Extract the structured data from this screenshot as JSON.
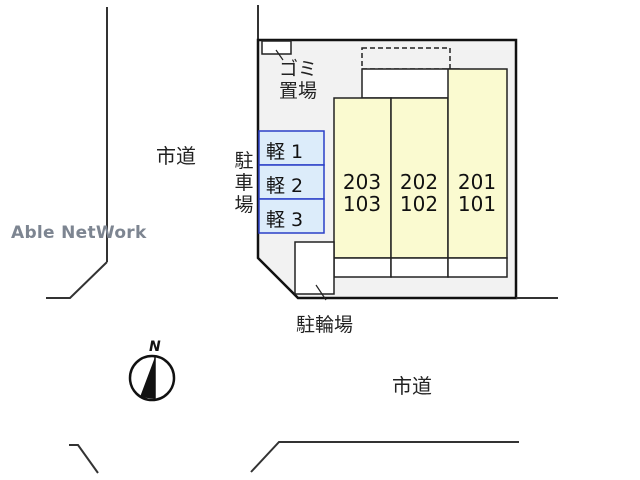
{
  "map": {
    "roads": {
      "west_label": "市道",
      "south_label": "市道"
    },
    "facilities": {
      "garbage": "ゴミ置場",
      "parking": "駐車場",
      "bicycle": "駐輪場"
    },
    "parking_spaces": [
      {
        "label": "軽 1"
      },
      {
        "label": "軽 2"
      },
      {
        "label": "軽 3"
      }
    ],
    "units": [
      {
        "upper": "203",
        "lower": "103"
      },
      {
        "upper": "202",
        "lower": "102"
      },
      {
        "upper": "201",
        "lower": "101"
      }
    ],
    "compass": {
      "label": "N"
    },
    "watermark": "Able NetWork",
    "colors": {
      "unit_fill": "#fafad0",
      "parking_fill": "#dcecfa",
      "parking_border": "#2b3fc8",
      "lot_fill": "#f2f2f2",
      "line": "#222222"
    }
  }
}
